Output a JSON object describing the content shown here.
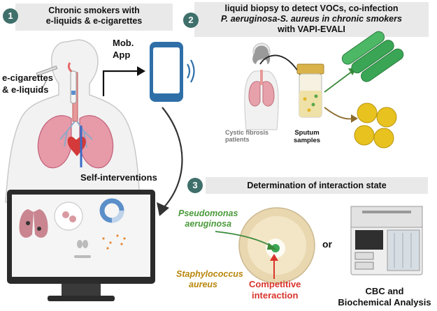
{
  "panel1": {
    "number": "1",
    "title_line1": "Chronic smokers with",
    "title_line2": "e-liquids & e-cigarettes",
    "ecig_label_line1": "e-cigarettes",
    "ecig_label_line2": "& e-liquids",
    "app_label_line1": "Mob.",
    "app_label_line2": "App",
    "self_interventions": "Self-interventions"
  },
  "panel2": {
    "number": "2",
    "title_line1": "liquid biopsy to detect VOCs, co-infection",
    "title_line2": "P. aeruginosa-S. aureus in chronic smokers",
    "title_line3": "with VAPI-EVALI",
    "patients_line1": "Cystic fibrosis",
    "patients_line2": "patients",
    "samples_line1": "Sputum",
    "samples_line2": "samples"
  },
  "panel3": {
    "number": "3",
    "title": "Determination of interaction state",
    "pseudomonas_line1": "Pseudomonas",
    "pseudomonas_line2": "aeruginosa",
    "staph_line1": "Staphylococcus",
    "staph_line2": "aureus",
    "competitive_line1": "Competitive",
    "competitive_line2": "interaction",
    "or_text": "or",
    "cbc_line1": "CBC and",
    "cbc_line2": "Biochemical Analysis"
  },
  "colors": {
    "badge": "#3f6f6a",
    "pseudomonas_text": "#4a9a3a",
    "staph_text": "#b8860b",
    "competitive_text": "#d9342b",
    "green_bacteria": "#3aa655",
    "yellow_bacteria": "#e8c21f"
  },
  "icons": {
    "phone": "smartphone-icon",
    "monitor": "monitor-icon",
    "analyzer": "lab-analyzer-icon"
  }
}
